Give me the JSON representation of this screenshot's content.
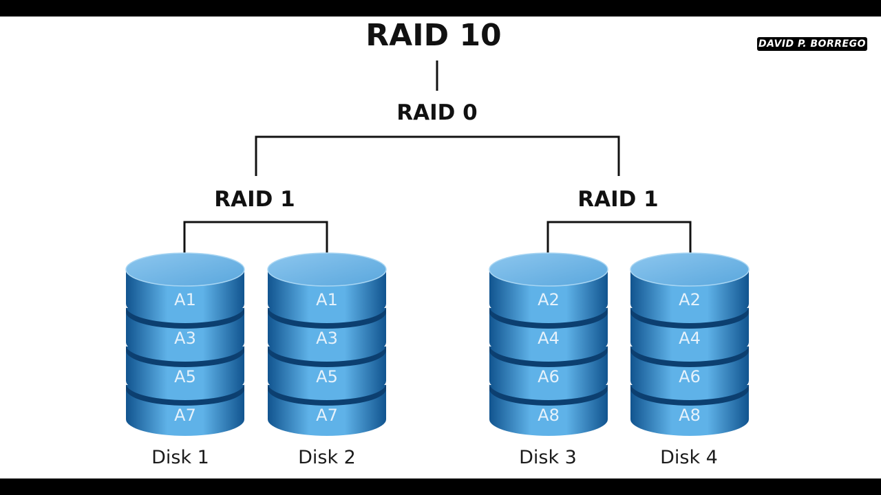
{
  "diagram": {
    "title": "RAID 10",
    "raid0_label": "RAID 0",
    "raid1_left_label": "RAID 1",
    "raid1_right_label": "RAID 1",
    "watermark": "DAVID P. BORREGO",
    "colors": {
      "disk_top": "#5aa7dd",
      "disk_side_dark": "#11548f",
      "disk_side_light": "#5fb2e8",
      "disk_groove": "#0c3f70",
      "connector": "#111111"
    },
    "disks": [
      {
        "label": "Disk 1",
        "blocks": [
          "A1",
          "A3",
          "A5",
          "A7"
        ]
      },
      {
        "label": "Disk 2",
        "blocks": [
          "A1",
          "A3",
          "A5",
          "A7"
        ]
      },
      {
        "label": "Disk 3",
        "blocks": [
          "A2",
          "A4",
          "A6",
          "A8"
        ]
      },
      {
        "label": "Disk 4",
        "blocks": [
          "A2",
          "A4",
          "A6",
          "A8"
        ]
      }
    ]
  }
}
